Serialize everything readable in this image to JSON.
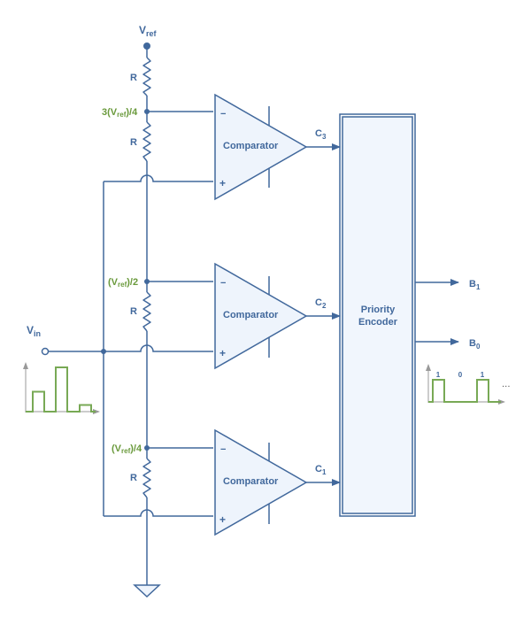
{
  "title": "Flash ADC (2-bit) with Priority Encoder",
  "labels": {
    "vref": "V",
    "vref_sub": "ref",
    "vin": "V",
    "vin_sub": "in",
    "r_top": "R",
    "r_second": "R",
    "r_third": "R",
    "r_bottom": "R",
    "tap_3_4_pre": "3(V",
    "tap_3_4_sub": "ref",
    "tap_3_4_post": ")/4",
    "tap_1_2_pre": "(V",
    "tap_1_2_sub": "ref",
    "tap_1_2_post": ")/2",
    "tap_1_4_pre": "(V",
    "tap_1_4_sub": "ref",
    "tap_1_4_post": ")/4"
  },
  "comparators": [
    {
      "label": "Comparator",
      "minus": "−",
      "plus": "+",
      "out": "C",
      "out_sub": "3"
    },
    {
      "label": "Comparator",
      "minus": "−",
      "plus": "+",
      "out": "C",
      "out_sub": "2"
    },
    {
      "label": "Comparator",
      "minus": "−",
      "plus": "+",
      "out": "C",
      "out_sub": "1"
    }
  ],
  "encoder": {
    "line1": "Priority",
    "line2": "Encoder"
  },
  "outputs": [
    {
      "label": "B",
      "sub": "1"
    },
    {
      "label": "B",
      "sub": "0"
    }
  ],
  "output_waveform": {
    "bits": [
      "1",
      "0",
      "1"
    ],
    "ellipsis": "···"
  },
  "input_waveform": {
    "relative_pulse_heights": [
      0.45,
      1.0,
      0.15
    ]
  },
  "colors": {
    "wire": "#41689c",
    "tap_label": "#6a9a3c",
    "signal": "#78a955",
    "comparator_fill": "#eef4fc",
    "encoder_fill": "#f1f6fd"
  }
}
